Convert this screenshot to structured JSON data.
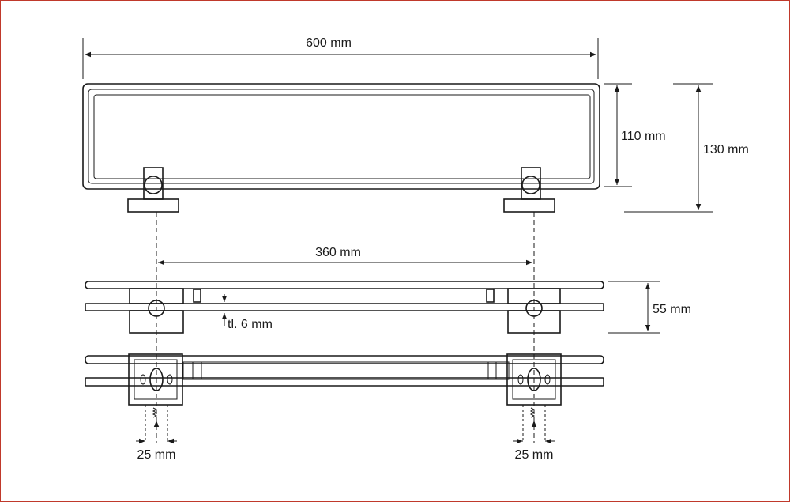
{
  "diagram": {
    "labels": {
      "width_total": "600 mm",
      "height_inner": "110 mm",
      "height_total": "130 mm",
      "bracket_spacing": "360 mm",
      "depth": "55 mm",
      "thickness": "tl. 6 mm",
      "mount_left": "25 mm",
      "mount_right": "25 mm"
    },
    "colors": {
      "line": "#1a1a1a",
      "frame_border": "#c0392b",
      "background": "#ffffff"
    }
  }
}
